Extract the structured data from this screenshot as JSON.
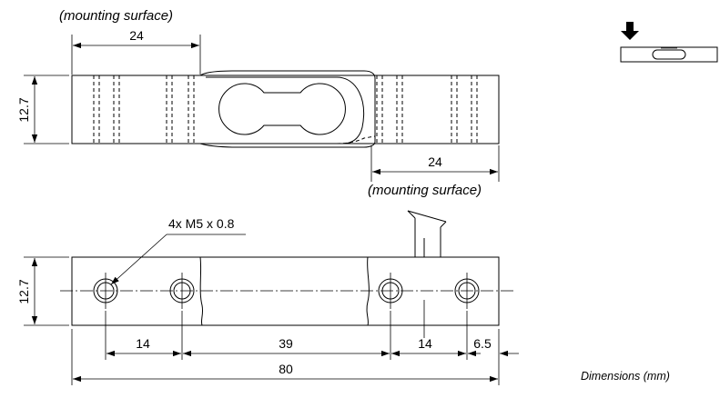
{
  "top_view": {
    "mounting_label_left": "(mounting surface)",
    "dim_left": "24",
    "dim_height": "12.7",
    "dim_right": "24",
    "mounting_label_right": "(mounting surface)"
  },
  "front_view": {
    "thread_callout": "4x M5 x 0.8",
    "dim_height": "12.7",
    "dim_14_left": "14",
    "dim_39": "39",
    "dim_14_right": "14",
    "dim_6_5": "6.5",
    "dim_80": "80"
  },
  "footer": {
    "units_note": "Dimensions (mm)"
  }
}
